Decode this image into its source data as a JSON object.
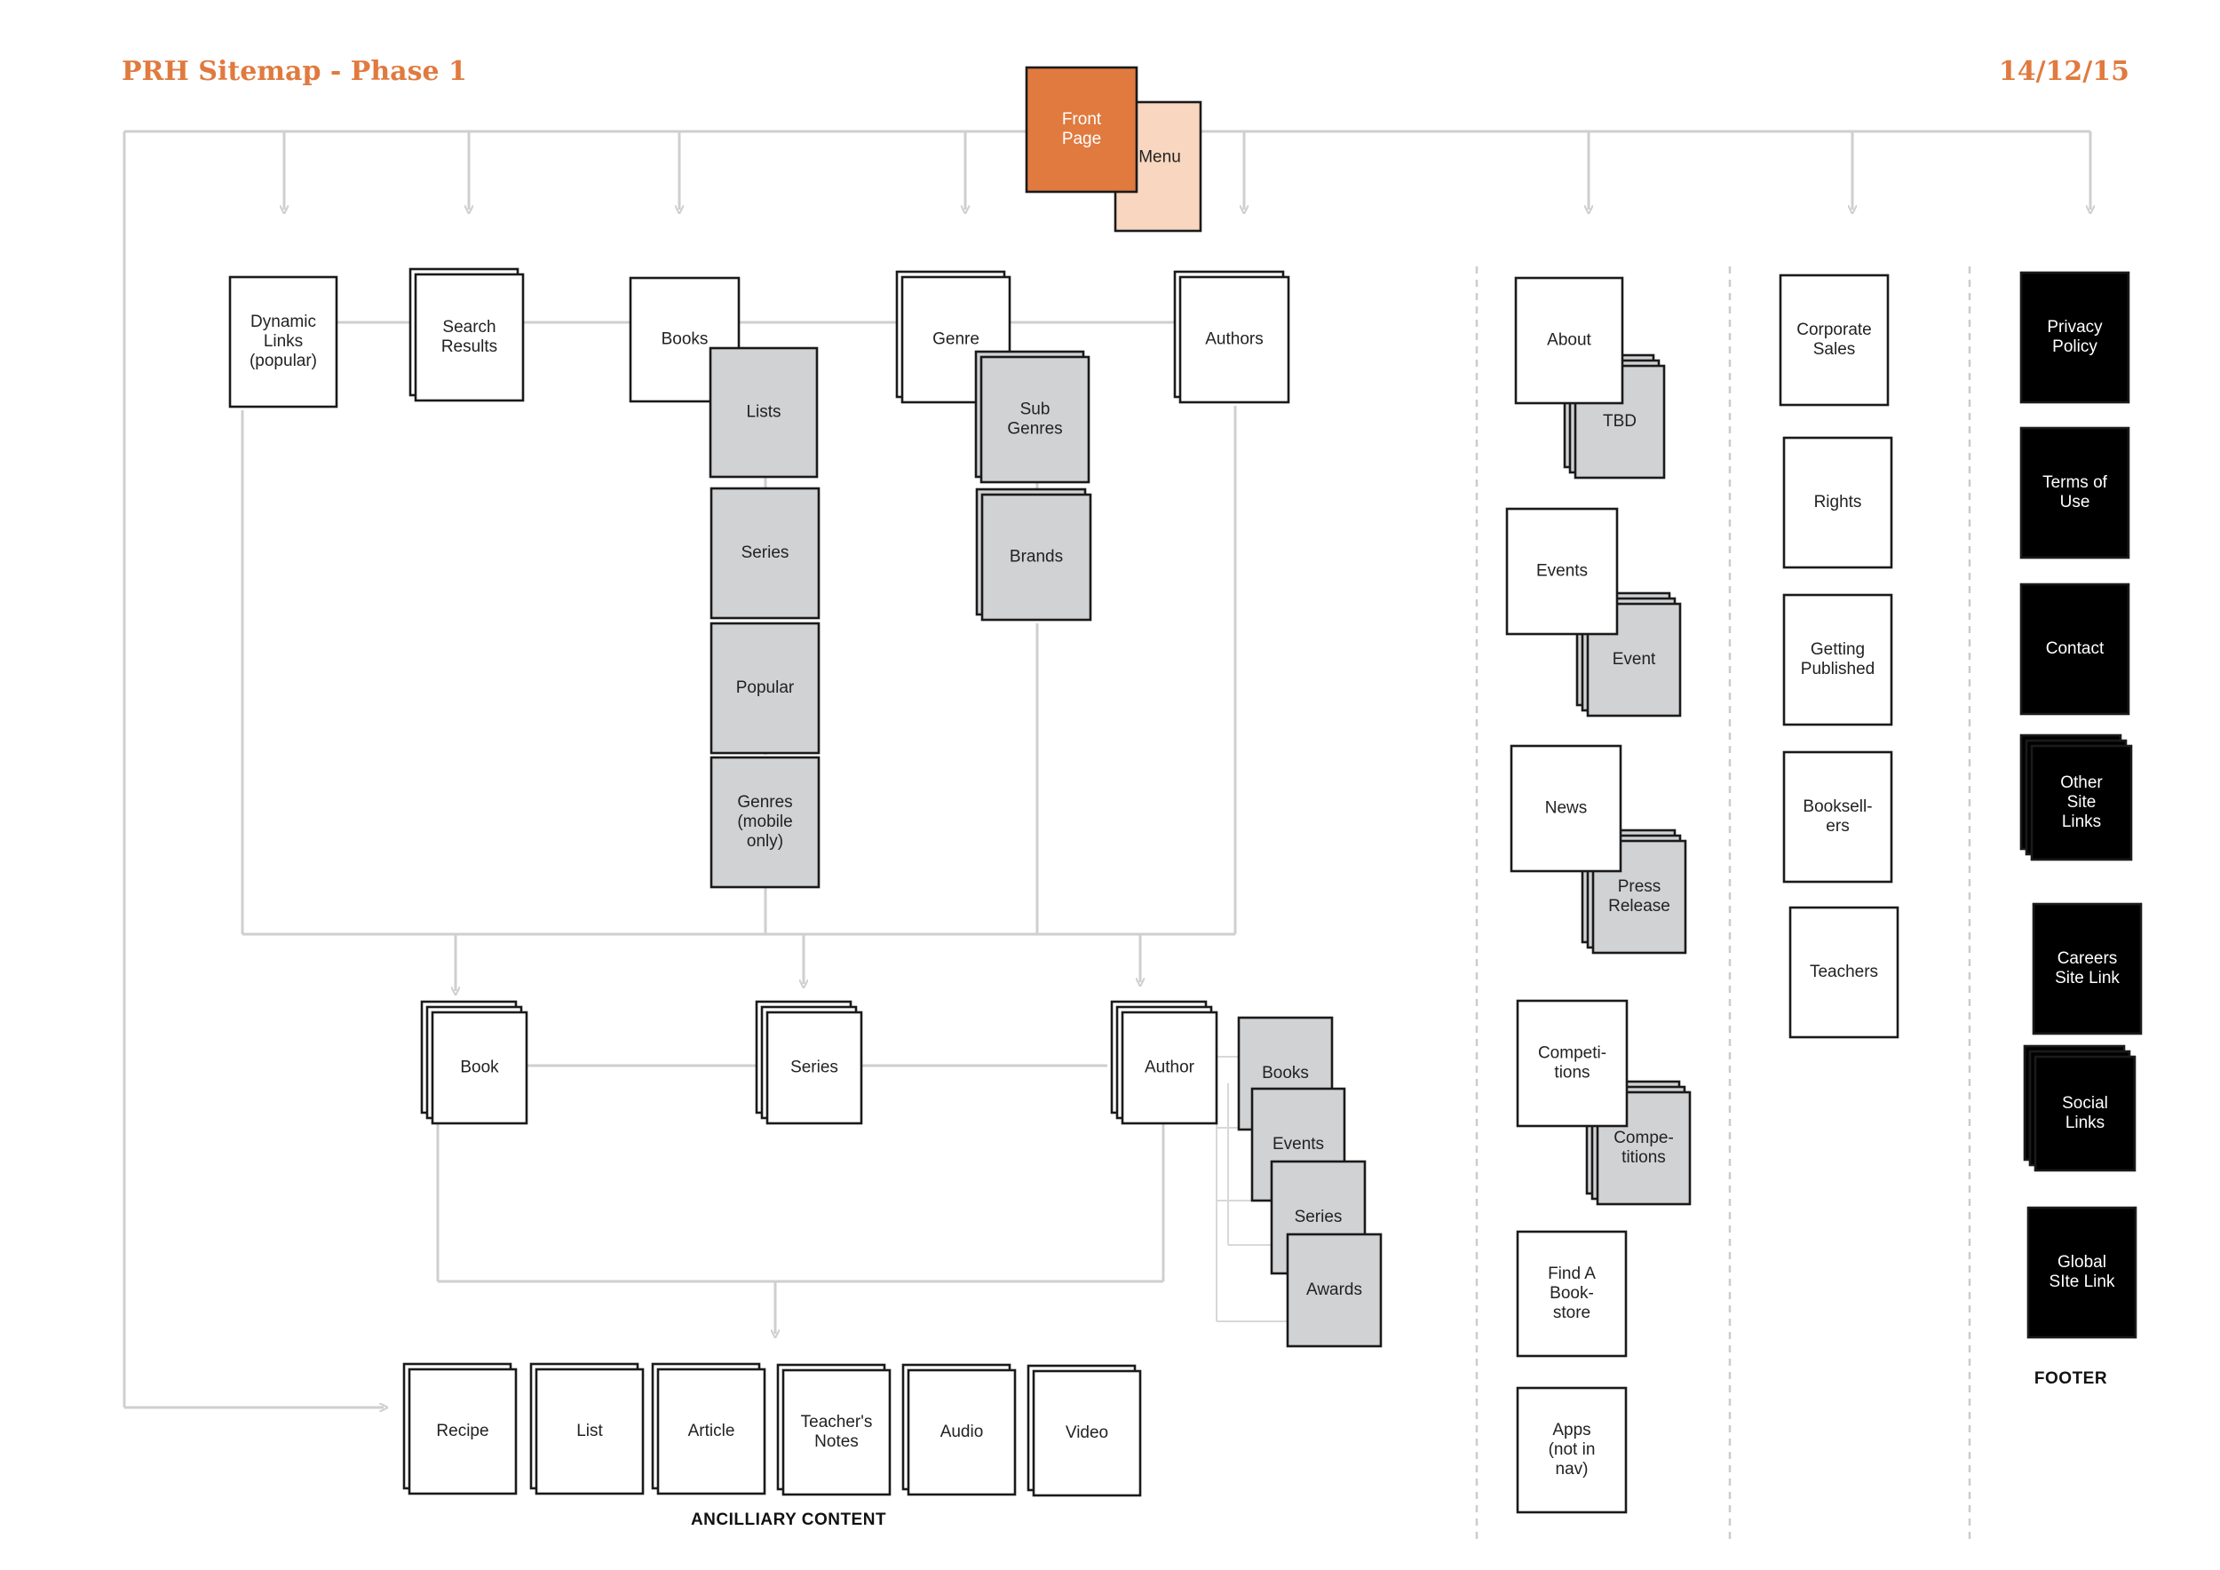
{
  "header": {
    "title": "PRH Sitemap -  Phase 1",
    "date": "14/12/15"
  },
  "colors": {
    "accent": "#e07a3f",
    "accent_light": "#f8d6bf",
    "white": "#ffffff",
    "grey": "#d1d2d4",
    "black": "#000000",
    "stroke": "#1a1a1a",
    "connector": "#cfcfcf"
  },
  "nodes": [
    {
      "id": "menu",
      "label": "Menu",
      "fill": "accent_light"
    },
    {
      "id": "front-page",
      "label": "Front\nPage",
      "fill": "accent"
    },
    {
      "id": "dynamic-links",
      "label": "Dynamic\nLinks\n(popular)",
      "fill": "white"
    },
    {
      "id": "search-results",
      "label": "Search\nResults",
      "fill": "white"
    },
    {
      "id": "books",
      "label": "Books",
      "fill": "white"
    },
    {
      "id": "lists",
      "label": "Lists",
      "fill": "grey"
    },
    {
      "id": "series-listing",
      "label": "Series",
      "fill": "grey"
    },
    {
      "id": "popular",
      "label": "Popular",
      "fill": "grey"
    },
    {
      "id": "genres-mobile",
      "label": "Genres\n(mobile\nonly)",
      "fill": "grey"
    },
    {
      "id": "genre",
      "label": "Genre",
      "fill": "white"
    },
    {
      "id": "sub-genres",
      "label": "Sub\nGenres",
      "fill": "grey"
    },
    {
      "id": "brands",
      "label": "Brands",
      "fill": "grey"
    },
    {
      "id": "authors",
      "label": "Authors",
      "fill": "white"
    },
    {
      "id": "book",
      "label": "Book",
      "fill": "white"
    },
    {
      "id": "series",
      "label": "Series",
      "fill": "white"
    },
    {
      "id": "author",
      "label": "Author",
      "fill": "white"
    },
    {
      "id": "author-books",
      "label": "Books",
      "fill": "grey"
    },
    {
      "id": "author-events",
      "label": "Events",
      "fill": "grey"
    },
    {
      "id": "author-series",
      "label": "Series",
      "fill": "grey"
    },
    {
      "id": "author-awards",
      "label": "Awards",
      "fill": "grey"
    },
    {
      "id": "recipe",
      "label": "Recipe",
      "fill": "white"
    },
    {
      "id": "list",
      "label": "List",
      "fill": "white"
    },
    {
      "id": "article",
      "label": "Article",
      "fill": "white"
    },
    {
      "id": "teachers-notes",
      "label": "Teacher's\nNotes",
      "fill": "white"
    },
    {
      "id": "audio",
      "label": "Audio",
      "fill": "white"
    },
    {
      "id": "video",
      "label": "Video",
      "fill": "white"
    },
    {
      "id": "tbd",
      "label": "TBD",
      "fill": "grey"
    },
    {
      "id": "about",
      "label": "About",
      "fill": "white"
    },
    {
      "id": "event",
      "label": "Event",
      "fill": "grey"
    },
    {
      "id": "events",
      "label": "Events",
      "fill": "white"
    },
    {
      "id": "press-release",
      "label": "Press\nRelease",
      "fill": "grey"
    },
    {
      "id": "news",
      "label": "News",
      "fill": "white"
    },
    {
      "id": "competitions-detail",
      "label": "Compe-\ntitions",
      "fill": "grey"
    },
    {
      "id": "competitions",
      "label": "Competi-\ntions",
      "fill": "white"
    },
    {
      "id": "find-a-bookstore",
      "label": "Find A\nBook-\nstore",
      "fill": "white"
    },
    {
      "id": "apps",
      "label": "Apps\n(not in\nnav)",
      "fill": "white"
    },
    {
      "id": "corporate-sales",
      "label": "Corporate\nSales",
      "fill": "white"
    },
    {
      "id": "rights",
      "label": "Rights",
      "fill": "white"
    },
    {
      "id": "getting-published",
      "label": "Getting\nPublished",
      "fill": "white"
    },
    {
      "id": "booksellers",
      "label": "Booksell-\ners",
      "fill": "white"
    },
    {
      "id": "teachers",
      "label": "Teachers",
      "fill": "white"
    },
    {
      "id": "privacy-policy",
      "label": "Privacy\nPolicy",
      "fill": "black"
    },
    {
      "id": "terms-of-use",
      "label": "Terms of\nUse",
      "fill": "black"
    },
    {
      "id": "contact",
      "label": "Contact",
      "fill": "black"
    },
    {
      "id": "other-site-links",
      "label": "Other\nSite\nLinks",
      "fill": "black"
    },
    {
      "id": "careers-site-link",
      "label": "Careers\nSite Link",
      "fill": "black"
    },
    {
      "id": "social-links",
      "label": "Social\nLinks",
      "fill": "black"
    },
    {
      "id": "global-site-link",
      "label": "Global\nSIte Link",
      "fill": "black"
    }
  ],
  "sections": {
    "ancillary": "ANCILLIARY CONTENT",
    "footer": "FOOTER"
  }
}
